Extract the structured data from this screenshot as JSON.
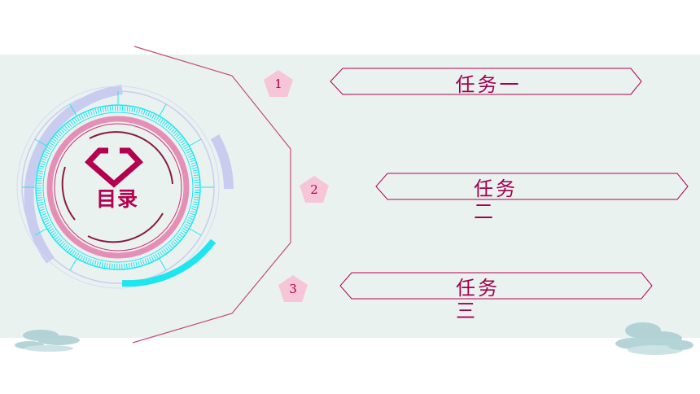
{
  "title": "目录",
  "items": [
    {
      "number": "1",
      "label": "任务一"
    },
    {
      "number": "2",
      "label": "任务\n二"
    },
    {
      "number": "3",
      "label": "任务\n三"
    }
  ],
  "colors": {
    "accent": "#b4004e",
    "cyan": "#1ee6f0",
    "pink": "#e58fb6",
    "lavender": "#c8cdf0",
    "badge": "#f6c6d8",
    "background": "#eaf2f0"
  },
  "icons": [
    "diamond-icon",
    "cloud-decoration"
  ]
}
